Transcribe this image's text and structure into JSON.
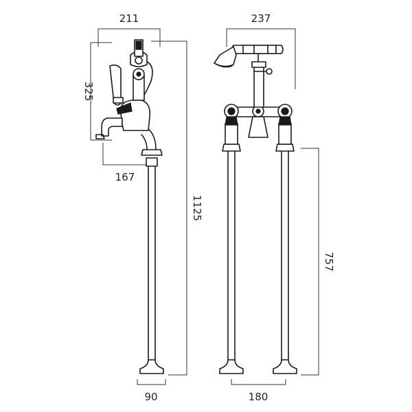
{
  "dimensions": {
    "side_width": "211",
    "side_height": "325",
    "side_depth": "167",
    "total_height": "1125",
    "front_width": "237",
    "leg_height": "757",
    "base_width": "90",
    "leg_spacing": "180"
  },
  "colors": {
    "line": "#1a1a1a",
    "background": "#ffffff"
  }
}
